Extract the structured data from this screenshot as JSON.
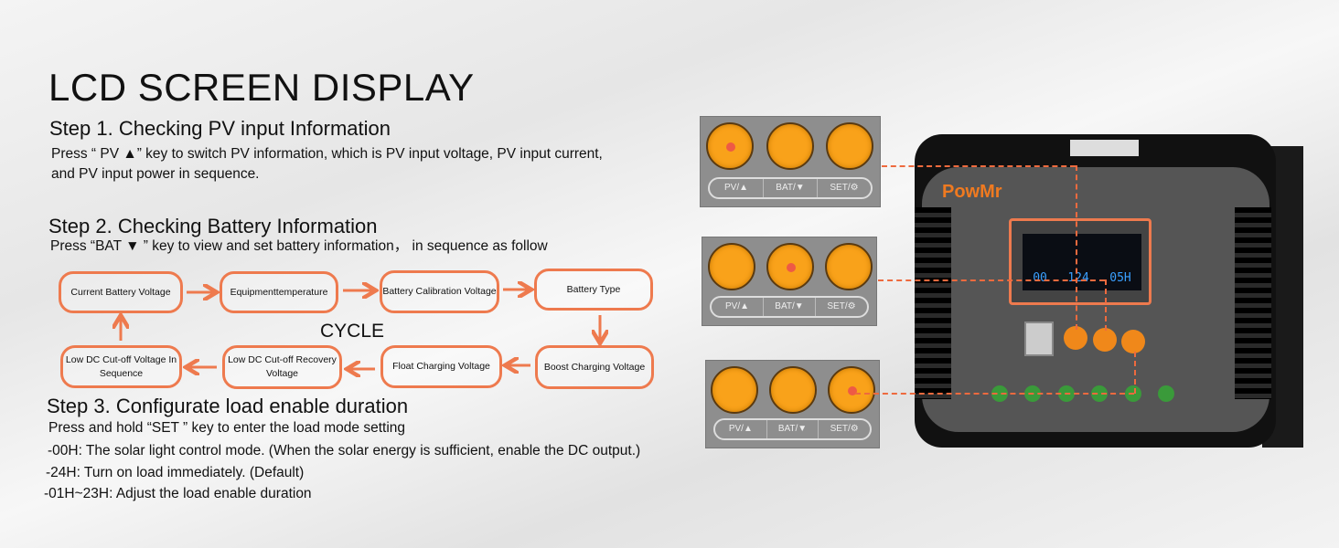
{
  "title": "LCD SCREEN DISPLAY",
  "step1": {
    "heading": "Step 1. Checking PV input Information",
    "line1": "Press “ PV ▲”  key to switch PV information, which is PV input voltage, PV input current,",
    "line2": "and PV input power in sequence."
  },
  "step2": {
    "heading": "Step 2. Checking Battery Information",
    "line1": "Press “BAT ▼ ”  key to view and set  battery information， in sequence as follow"
  },
  "flow": {
    "center": "CYCLE",
    "nodes": [
      "Current Battery Voltage",
      "Equipmenttemperature",
      "Battery Calibration Voltage",
      "Battery Type",
      "Boost Charging Voltage",
      "Float Charging Voltage",
      "Low DC Cut-off Recovery Voltage",
      "Low DC Cut-off Voltage In Sequence"
    ]
  },
  "step3": {
    "heading": "Step 3. Configurate load enable duration",
    "lines": [
      "Press and hold “SET ”  key to enter the load mode setting",
      "-00H: The solar light control mode. (When the solar energy is sufficient, enable the DC output.)",
      "-24H: Turn on load immediately. (Default)",
      "-01H~23H: Adjust the load enable duration"
    ]
  },
  "keys": {
    "pv": "PV/▲",
    "bat": "BAT/▼",
    "set": "SET/⚙"
  },
  "device": {
    "brand": "PowMr",
    "lcd": [
      "00",
      "124",
      "05H"
    ]
  },
  "colors": {
    "accent": "#ee7a4e",
    "button": "#f9a21a"
  }
}
